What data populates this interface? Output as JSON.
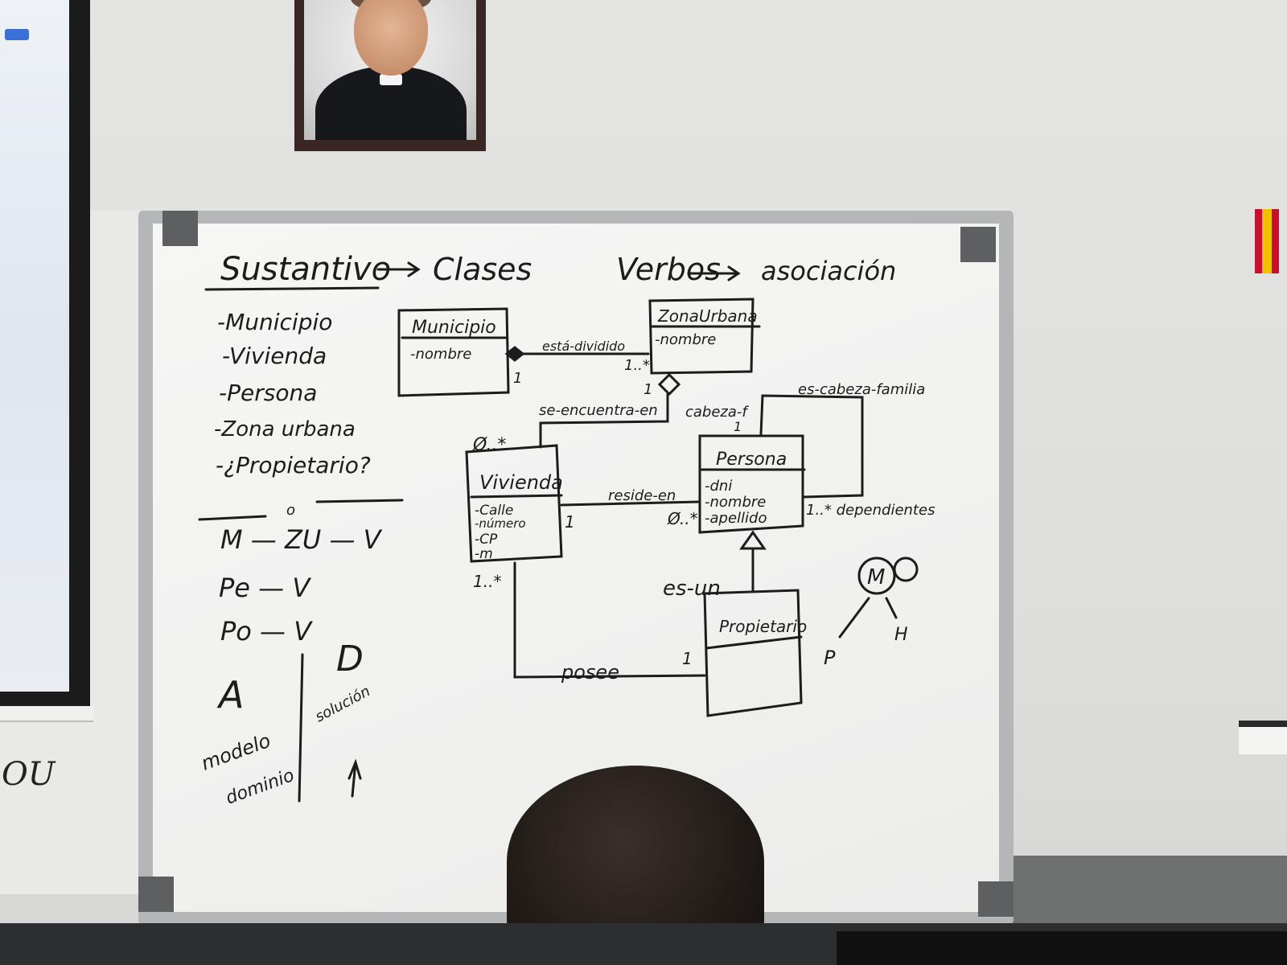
{
  "scene": {
    "projector_screen_tail": "OU"
  },
  "header": {
    "left": "Sustantivo",
    "left_arrow_target": "Clases",
    "right": "Verbos",
    "right_arrow_target": "asociación"
  },
  "noun_list": [
    "-Municipio",
    "-Vivienda",
    "-Persona",
    "-Zona urbana",
    "-¿Propietario?"
  ],
  "relations": {
    "circle": "o",
    "lines": [
      "M — ZU — V",
      "Pe — V",
      "Po — V"
    ]
  },
  "analysis": {
    "letter_a": "A",
    "letter_d": "D",
    "modelo": "modelo",
    "dominio": "dominio",
    "solucion": "solución"
  },
  "classes": {
    "municipio": {
      "name": "Municipio",
      "attrs": [
        "-nombre"
      ]
    },
    "zona_urbana": {
      "name": "ZonaUrbana",
      "attrs": [
        "-nombre"
      ]
    },
    "vivienda": {
      "name": "Vivienda",
      "attrs": [
        "-Calle",
        "-número",
        "-CP",
        "-m"
      ]
    },
    "persona": {
      "name": "Persona",
      "attrs": [
        "-dni",
        "-nombre",
        "-apellido"
      ]
    },
    "propietario": {
      "name": "Propietario",
      "attrs": []
    }
  },
  "associations": {
    "esta_dividido": {
      "label": "está-dividido",
      "m_left": "1",
      "m_right": "1..*"
    },
    "se_encuentra_en": {
      "label": "se-encuentra-en",
      "m_top": "1",
      "m_bottom": "Ø..*"
    },
    "reside_en": {
      "label": "reside-en",
      "m_left": "1",
      "m_right": "Ø..*"
    },
    "cabeza_f": {
      "label": "cabeza-f",
      "m": "1"
    },
    "es_cabeza_familia": {
      "label": "es-cabeza-familia",
      "m": "1..* dependientes"
    },
    "es_un": {
      "label": "es-un"
    },
    "posee": {
      "label": "posee",
      "m_left": "1..*",
      "m_right": "1"
    }
  },
  "mvc": {
    "m": "M",
    "p": "P",
    "h": "H"
  }
}
